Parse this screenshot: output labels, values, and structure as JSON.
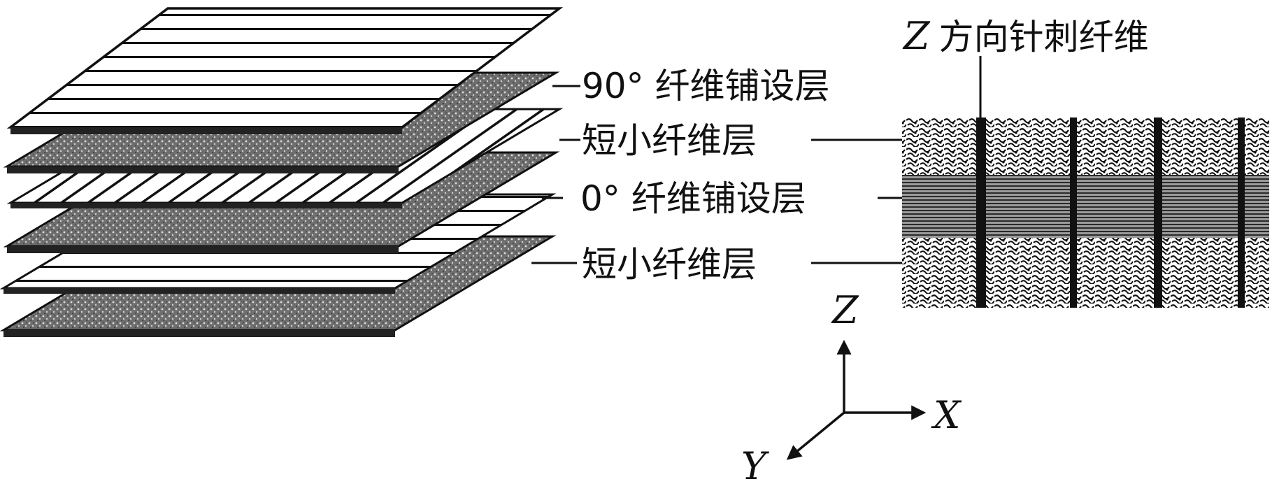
{
  "labels": {
    "z_needle": "方向针刺纤维",
    "z_symbol": "Z",
    "layer_90": "90° 纤维铺设层",
    "short_1": "短小纤维层",
    "layer_0": "0° 纤维铺设层",
    "short_2": "短小纤维层"
  },
  "axes": {
    "z": "Z",
    "x": "X",
    "y": "Y"
  }
}
